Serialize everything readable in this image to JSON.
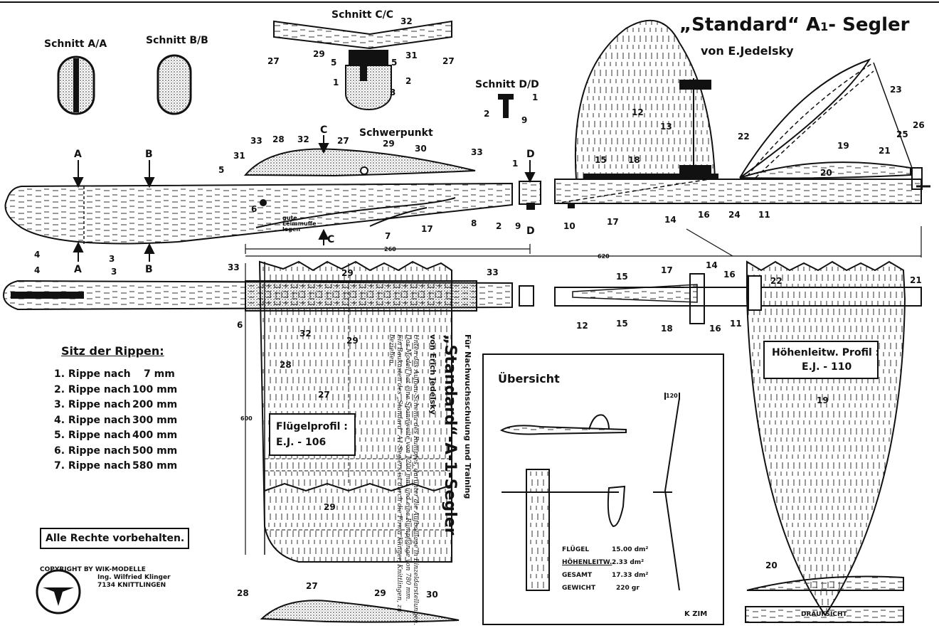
{
  "title": {
    "main": "„Standard“ A",
    "sub": "1",
    "tail": "- Segler",
    "author": "von E.Jedelsky"
  },
  "sections": {
    "a": "Schnitt A/A",
    "b": "Schnitt B/B",
    "c": "Schnitt C/C",
    "d": "Schnitt D/D"
  },
  "labels": {
    "schwerpunkt": "Schwerpunkt",
    "leim": "gute Leimmuffe legen",
    "dim_260": "260",
    "dim_620": "620",
    "dim_600": "600",
    "dim_120": "120",
    "A": "A",
    "B": "B",
    "C": "C",
    "D": "D",
    "parts": {
      "p1": "1",
      "p2": "2",
      "p3": "3",
      "p4": "4",
      "p5": "5",
      "p6": "6",
      "p7": "7",
      "p8": "8",
      "p9": "9",
      "p10": "10",
      "p11": "11",
      "p12": "12",
      "p13": "13",
      "p14": "14",
      "p15": "15",
      "p16": "16",
      "p17": "17",
      "p18": "18",
      "p19": "19",
      "p20": "20",
      "p21": "21",
      "p22": "22",
      "p23": "23",
      "p24": "24",
      "p25": "25",
      "p26": "26",
      "p27": "27",
      "p28": "28",
      "p29": "29",
      "p30": "30",
      "p31": "31",
      "p32": "32",
      "p33": "33"
    }
  },
  "ribs": {
    "heading": "Sitz der Rippen:",
    "rows": [
      {
        "name": "1. Rippe nach",
        "value": "7 mm"
      },
      {
        "name": "2. Rippe nach",
        "value": "100 mm"
      },
      {
        "name": "3. Rippe nach",
        "value": "200 mm"
      },
      {
        "name": "4. Rippe nach",
        "value": "300 mm"
      },
      {
        "name": "5. Rippe nach",
        "value": "400 mm"
      },
      {
        "name": "6. Rippe nach",
        "value": "500 mm"
      },
      {
        "name": "7. Rippe nach",
        "value": "580 mm"
      }
    ]
  },
  "rights": "Alle Rechte vorbehalten.",
  "copyright": {
    "line1": "COPYRIGHT BY WIK-MODELLE",
    "line2": "Ing. Wilfried Klinger",
    "line3": "7134 KNITTLINGEN"
  },
  "wing_profile": {
    "label": "Flügelprofil :",
    "value": "E.J. - 106"
  },
  "tail_profile": {
    "label": "Höhenleitw. Profil :",
    "value": "E.J. - 110"
  },
  "vertical_text": {
    "line1": "Für Nachwuchsschulung und Training",
    "line2": "„Standard“-A-1-Segler",
    "line3": "von Erich Jedelsky",
    "body1": "Unten das Aufbau-Schema des Rumpfes, darunter die Aufbaulage in Einzeldarstellungen.",
    "body2": "Das Modell hat eine Spannweite von 1200 mm und eine Rumpflänge von 780 mm.",
    "body3": "Ein Baukasten des „Standard“ A1-Seglers ist durch die Firma Klinger, Knittlingen, zu",
    "body4": "beziehen."
  },
  "overview": {
    "title": "Übersicht",
    "rows": [
      {
        "name": "FLÜGEL",
        "value": "15.00 dm²"
      },
      {
        "name": "HÖHENLEITW.",
        "value": "2.33 dm²"
      },
      {
        "name": "GESAMT",
        "value": "17.33 dm²"
      },
      {
        "name": "GEWICHT",
        "value": "220 gr"
      }
    ],
    "signature": "K ZIM"
  },
  "draufsicht": "DRAUFSICHT"
}
